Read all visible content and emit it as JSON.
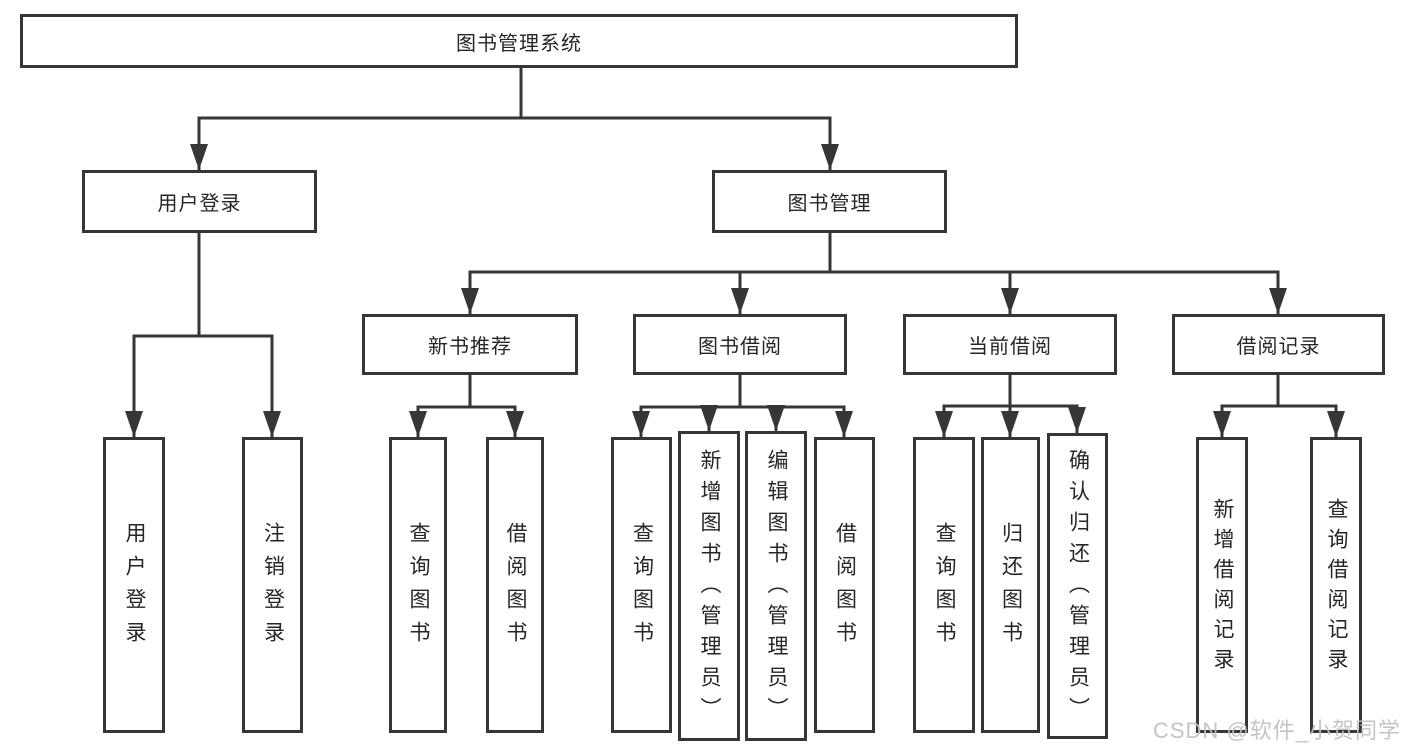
{
  "diagram_type": "tree",
  "colors": {
    "line": "#363636",
    "box_border": "#363636",
    "text": "#262626",
    "background": "#ffffff",
    "watermark": "#c1c1c1"
  },
  "tree": {
    "label": "图书管理系统",
    "children": [
      {
        "label": "用户登录",
        "children": [
          {
            "label": "用户登录"
          },
          {
            "label": "注销登录"
          }
        ]
      },
      {
        "label": "图书管理",
        "children": [
          {
            "label": "新书推荐",
            "children": [
              {
                "label": "查询图书"
              },
              {
                "label": "借阅图书"
              }
            ]
          },
          {
            "label": "图书借阅",
            "children": [
              {
                "label": "查询图书"
              },
              {
                "label": "新增图书（管理员）"
              },
              {
                "label": "编辑图书（管理员）"
              },
              {
                "label": "借阅图书"
              }
            ]
          },
          {
            "label": "当前借阅",
            "children": [
              {
                "label": "查询图书"
              },
              {
                "label": "归还图书"
              },
              {
                "label": "确认归还（管理员）"
              }
            ]
          },
          {
            "label": "借阅记录",
            "children": [
              {
                "label": "新增借阅记录"
              },
              {
                "label": "查询借阅记录"
              }
            ]
          }
        ]
      }
    ]
  },
  "watermark": {
    "text": "CSDN @软件_小贺同学"
  }
}
